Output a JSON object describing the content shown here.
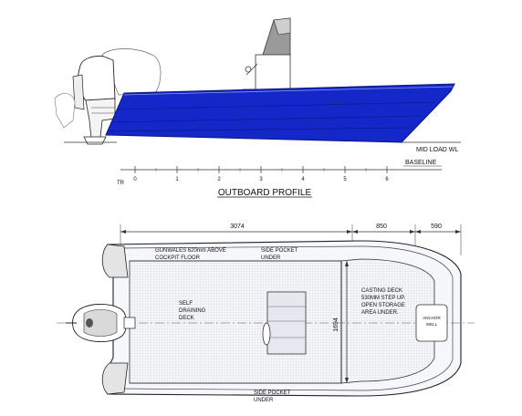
{
  "profile": {
    "title": "OUTBOARD PROFILE",
    "waterline_label": "MID LOAD WL",
    "baseline_label": "BASELINE",
    "station_origin_label": "TR",
    "stations": [
      "0",
      "1",
      "2",
      "3",
      "4",
      "5",
      "6"
    ],
    "hull_color": "#1427c8"
  },
  "plan": {
    "dimensions": [
      "3074",
      "850",
      "590",
      "1694"
    ],
    "notes": {
      "gunwales": "GUNWALES 620mm ABOVE",
      "gunwales_2": "COCKPIT FLOOR",
      "side_pocket_top": "SIDE POCKET",
      "side_pocket_top_2": "UNDER",
      "self_draining": "SELF",
      "self_draining_2": "DRAINING",
      "self_draining_3": "DECK",
      "casting_deck_1": "CASTING DECK",
      "casting_deck_2": "530MM STEP UP.",
      "casting_deck_3": "OPEN STORAGE",
      "casting_deck_4": "AREA UNDER.",
      "anchor_well_1": "ANCHOR",
      "anchor_well_2": "WELL",
      "side_pocket_bottom": "SIDE POCKET",
      "side_pocket_bottom_2": "UNDER"
    },
    "deck_color": "#eef0f6"
  }
}
